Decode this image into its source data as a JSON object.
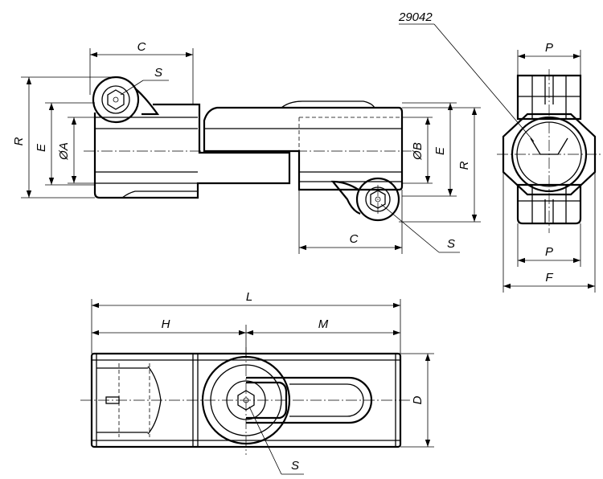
{
  "labels": {
    "part_number": "29042",
    "c_top": "C",
    "s_top_left": "S",
    "r_left": "R",
    "e_left": "E",
    "a_dia": "ØA",
    "b_dia": "ØB",
    "e_right": "E",
    "r_right": "R",
    "c_bottom": "C",
    "s_mid": "S",
    "p_top": "P",
    "p_bottom": "P",
    "f": "F",
    "l": "L",
    "h": "H",
    "m": "M",
    "d": "D",
    "s_bottom": "S"
  }
}
